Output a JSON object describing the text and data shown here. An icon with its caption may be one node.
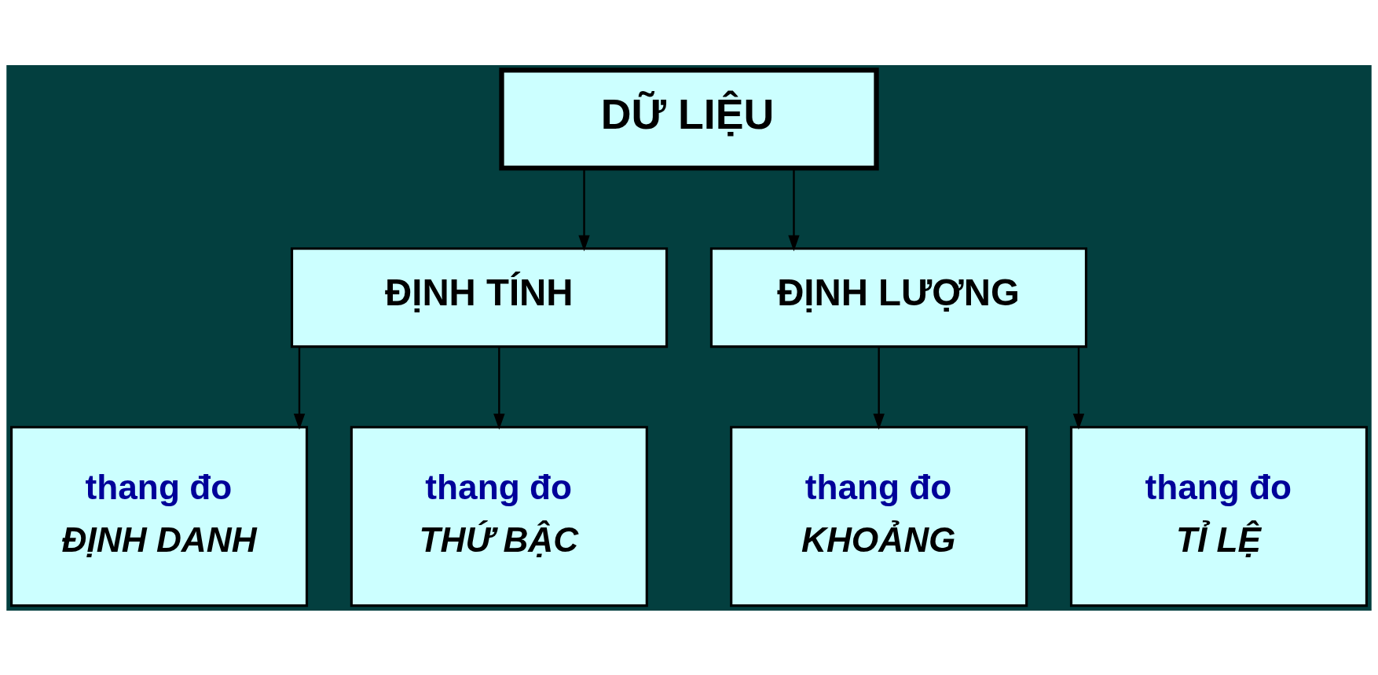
{
  "diagram": {
    "nodes": [
      {
        "text": [
          "DỮ LIỆU"
        ]
      },
      {
        "text": [
          "ĐỊNH TÍNH"
        ]
      },
      {
        "text": [
          "ĐỊNH LƯỢNG"
        ]
      },
      {
        "text": [
          "thang đo",
          "ĐỊNH DANH"
        ]
      },
      {
        "text": [
          "thang đo",
          "THỨ BẬC"
        ]
      },
      {
        "text": [
          "thang đo",
          "KHOẢNG"
        ]
      },
      {
        "text": [
          "thang đo",
          "TỈ LỆ"
        ]
      }
    ],
    "edges": [
      {
        "from": 0,
        "to": 1,
        "arrow": "to"
      },
      {
        "from": 0,
        "to": 2,
        "arrow": "to"
      },
      {
        "from": 1,
        "to": 3,
        "arrow": "to"
      },
      {
        "from": 1,
        "to": 4,
        "arrow": "to"
      },
      {
        "from": 2,
        "to": 5,
        "arrow": "to"
      },
      {
        "from": 2,
        "to": 6,
        "arrow": "to"
      }
    ]
  }
}
